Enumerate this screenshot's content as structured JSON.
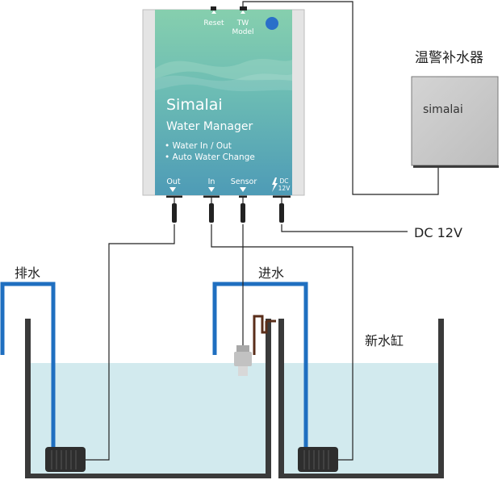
{
  "device": {
    "brand": "Simalai",
    "product": "Water Manager",
    "features": [
      "• Water In / Out",
      "• Auto Water Change"
    ],
    "buttons": {
      "reset": "Reset",
      "tw": "TW",
      "model": "Model"
    },
    "ports": {
      "out": "Out",
      "in": "In",
      "sensor": "Sensor",
      "dc_top": "DC",
      "dc_bottom": "12V"
    }
  },
  "heater": {
    "title": "温警补水器",
    "label": "simalai"
  },
  "labels": {
    "dc12v": "DC 12V",
    "drain": "排水",
    "inlet": "进水",
    "new_tank": "新水缸"
  },
  "colors": {
    "water": "#d2eaee",
    "pipe": "#1f6fc0",
    "tank_wall": "#3a3a3a",
    "device_top": "#7cc7a6",
    "device_bottom": "#4f9db5",
    "heater_body": "#c9c9c9",
    "status_dot": "#2a6fc9",
    "probe_holder": "#5a2e1a"
  }
}
